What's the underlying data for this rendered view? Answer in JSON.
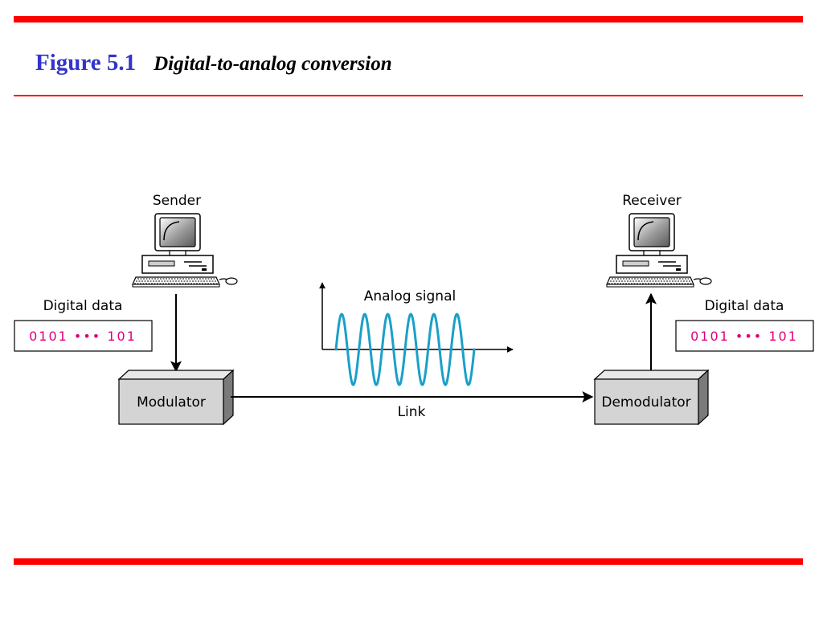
{
  "slide": {
    "figure_number": "Figure 5.1",
    "figure_caption": "Digital-to-analog conversion"
  },
  "colors": {
    "rule": "#ff0000",
    "figure_number": "#3333cc",
    "signal": "#1aa0c8",
    "bits": "#e0007a",
    "box_face": "#d4d4d4"
  },
  "diagram": {
    "sender_label": "Sender",
    "receiver_label": "Receiver",
    "sender_data_label": "Digital data",
    "receiver_data_label": "Digital data",
    "sender_bits": "0101 ••• 101",
    "receiver_bits": "0101 ••• 101",
    "modulator_label": "Modulator",
    "demodulator_label": "Demodulator",
    "signal_label": "Analog signal",
    "link_label": "Link",
    "icons": [
      "computer-icon",
      "computer-icon"
    ]
  }
}
